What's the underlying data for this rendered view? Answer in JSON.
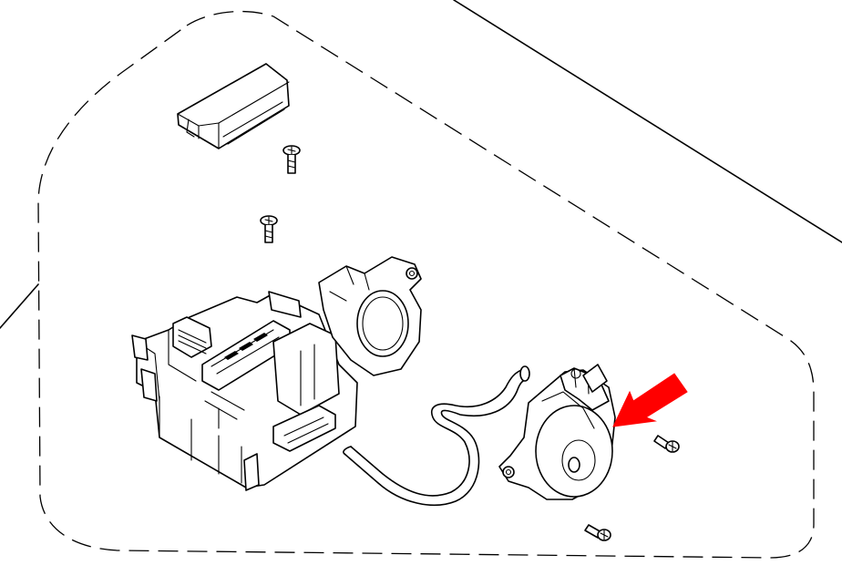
{
  "diagram": {
    "parts": [
      {
        "name": "top-cover"
      },
      {
        "name": "screw"
      },
      {
        "name": "main-assembly"
      },
      {
        "name": "hose"
      },
      {
        "name": "motor"
      }
    ],
    "highlight_color": "#ff0000",
    "line_color": "#000000",
    "background": "#ffffff"
  }
}
